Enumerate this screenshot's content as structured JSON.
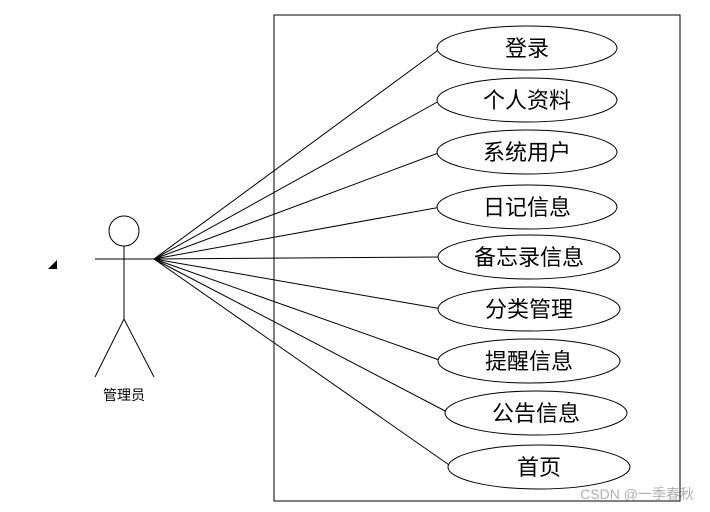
{
  "diagram": {
    "actor": {
      "label": "管理员"
    },
    "use_cases": [
      {
        "label": "登录"
      },
      {
        "label": "个人资料"
      },
      {
        "label": "系统用户"
      },
      {
        "label": "日记信息"
      },
      {
        "label": "备忘录信息"
      },
      {
        "label": "分类管理"
      },
      {
        "label": "提醒信息"
      },
      {
        "label": "公告信息"
      },
      {
        "label": "首页"
      }
    ]
  },
  "watermark": "CSDN @一季春秋"
}
